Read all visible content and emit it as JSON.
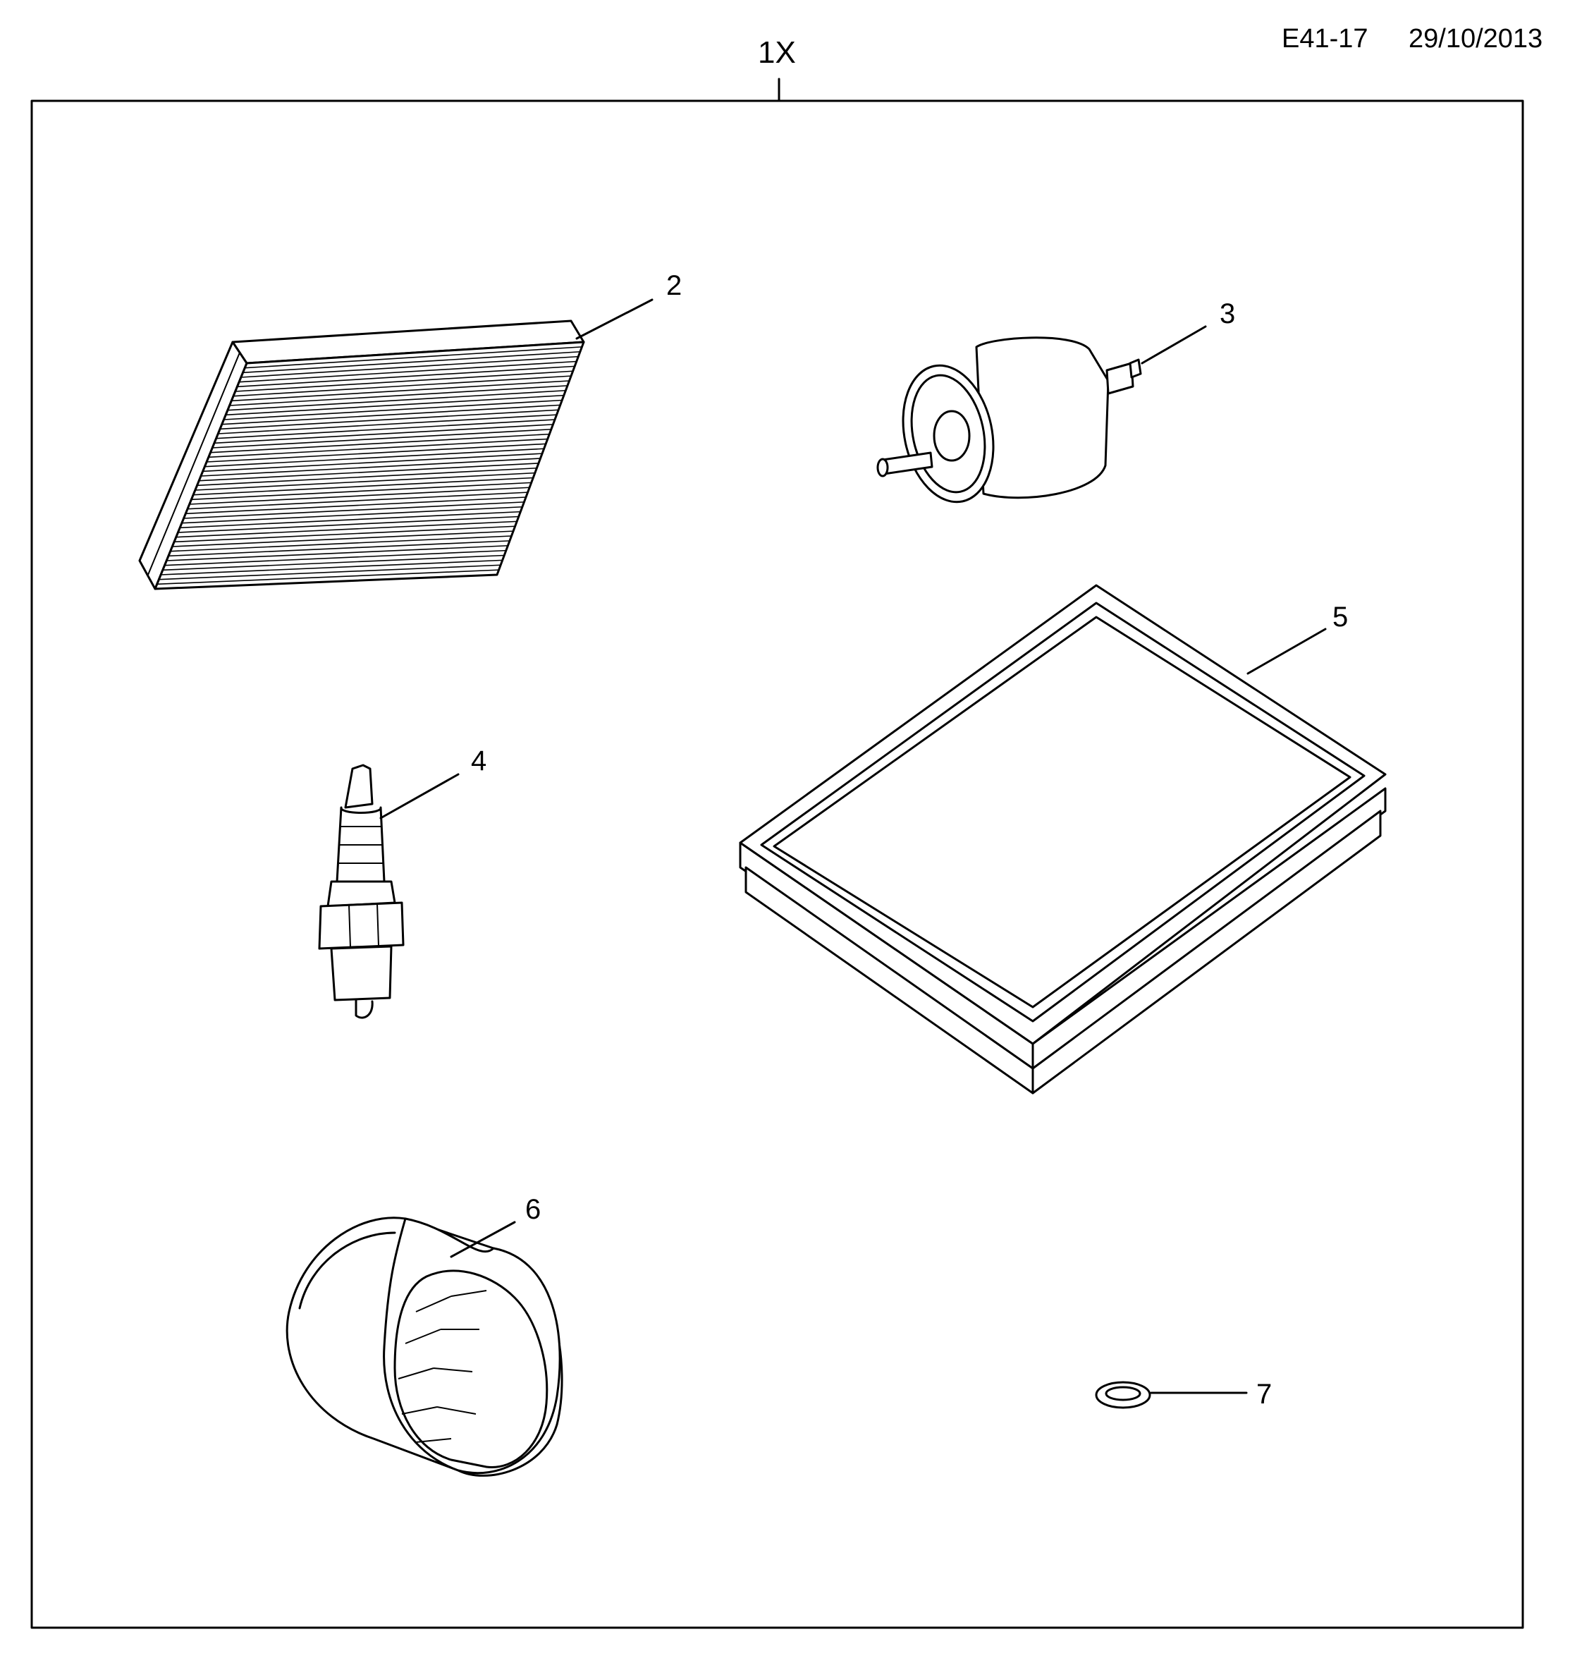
{
  "header": {
    "code": "E41-17",
    "date": "29/10/2013"
  },
  "kit_label": "1X",
  "parts": [
    {
      "callout": "2",
      "icon": "cabin-filter-icon"
    },
    {
      "callout": "3",
      "icon": "fuel-filter-icon"
    },
    {
      "callout": "4",
      "icon": "spark-plug-icon"
    },
    {
      "callout": "5",
      "icon": "air-filter-icon"
    },
    {
      "callout": "6",
      "icon": "oil-filter-icon"
    },
    {
      "callout": "7",
      "icon": "drain-plug-washer-icon"
    }
  ]
}
